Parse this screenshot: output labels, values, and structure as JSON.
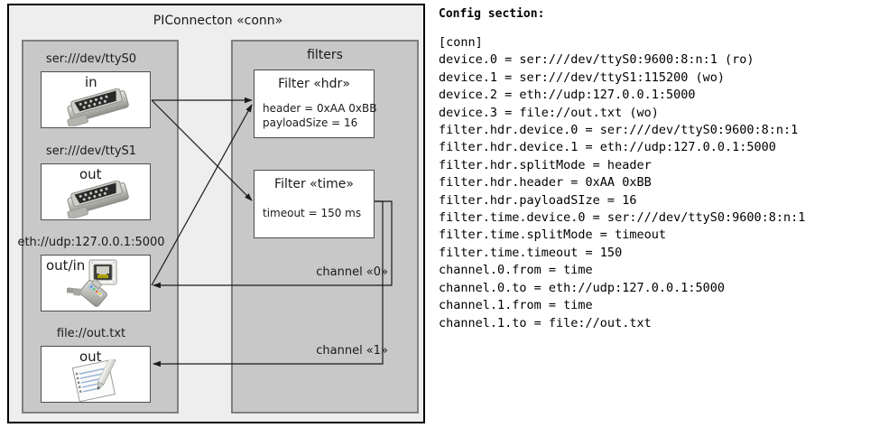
{
  "diagram": {
    "title": "PIConnecton «conn»",
    "devices_panel": {
      "items": [
        {
          "label": "ser:///dev/ttyS0",
          "direction": "in",
          "icon": "serial-port-icon"
        },
        {
          "label": "ser:///dev/ttyS1",
          "direction": "out",
          "icon": "serial-port-icon"
        },
        {
          "label": "eth://udp:127.0.0.1:5000",
          "direction": "out/in",
          "icon": "ethernet-port-icon"
        },
        {
          "label": "file://out.txt",
          "direction": "out",
          "icon": "text-file-icon"
        }
      ]
    },
    "filters_panel": {
      "title": "filters",
      "filters": [
        {
          "title": "Filter «hdr»",
          "attrs": [
            "header = 0xAA 0xBB",
            "payloadSize = 16"
          ]
        },
        {
          "title": "Filter «time»",
          "attrs": [
            "timeout = 150 ms"
          ]
        }
      ],
      "channels": [
        {
          "label": "channel «0»"
        },
        {
          "label": "channel «1»"
        }
      ]
    },
    "colors": {
      "outer_bg": "#eeeeee",
      "panel_bg": "#c8c8c8",
      "node_bg": "#ffffff",
      "border": "#000000",
      "panel_border": "#808080",
      "edge": "#1a1a1a"
    }
  },
  "config": {
    "heading": "Config section:",
    "lines": [
      "[conn]",
      "device.0 = ser:///dev/ttyS0:9600:8:n:1 (ro)",
      "device.1 = ser:///dev/ttyS1:115200 (wo)",
      "device.2 = eth://udp:127.0.0.1:5000",
      "device.3 = file://out.txt (wo)",
      "filter.hdr.device.0 = ser:///dev/ttyS0:9600:8:n:1",
      "filter.hdr.device.1 = eth://udp:127.0.0.1:5000",
      "filter.hdr.splitMode = header",
      "filter.hdr.header = 0xAA 0xBB",
      "filter.hdr.payloadSIze = 16",
      "filter.time.device.0 = ser:///dev/ttyS0:9600:8:n:1",
      "filter.time.splitMode = timeout",
      "filter.time.timeout = 150",
      "channel.0.from = time",
      "channel.0.to = eth://udp:127.0.0.1:5000",
      "channel.1.from = time",
      "channel.1.to = file://out.txt"
    ]
  }
}
